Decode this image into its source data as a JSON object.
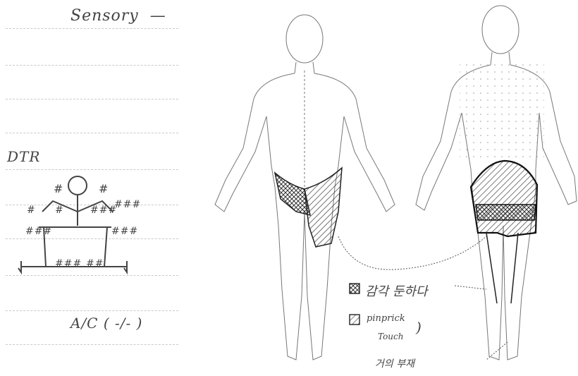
{
  "notes": {
    "sensory_label": "Sensory",
    "sensory_dash": "—",
    "dtr_label": "DTR",
    "ac_label": "A/C ( -/- )"
  },
  "legend": {
    "item1_text": "감각 둔하다",
    "item2_line1": "pinprick",
    "item2_line2": "Touch",
    "item3_text": "거의 부재"
  },
  "reflex_marks": {
    "left_biceps": "#",
    "right_biceps": "#",
    "left_triceps": "#",
    "left_brachio": "#",
    "right_brachio": "###",
    "right_extra": "###",
    "left_knee": "###",
    "right_knee": "###",
    "left_ankle": "###",
    "right_ankle": "##"
  }
}
